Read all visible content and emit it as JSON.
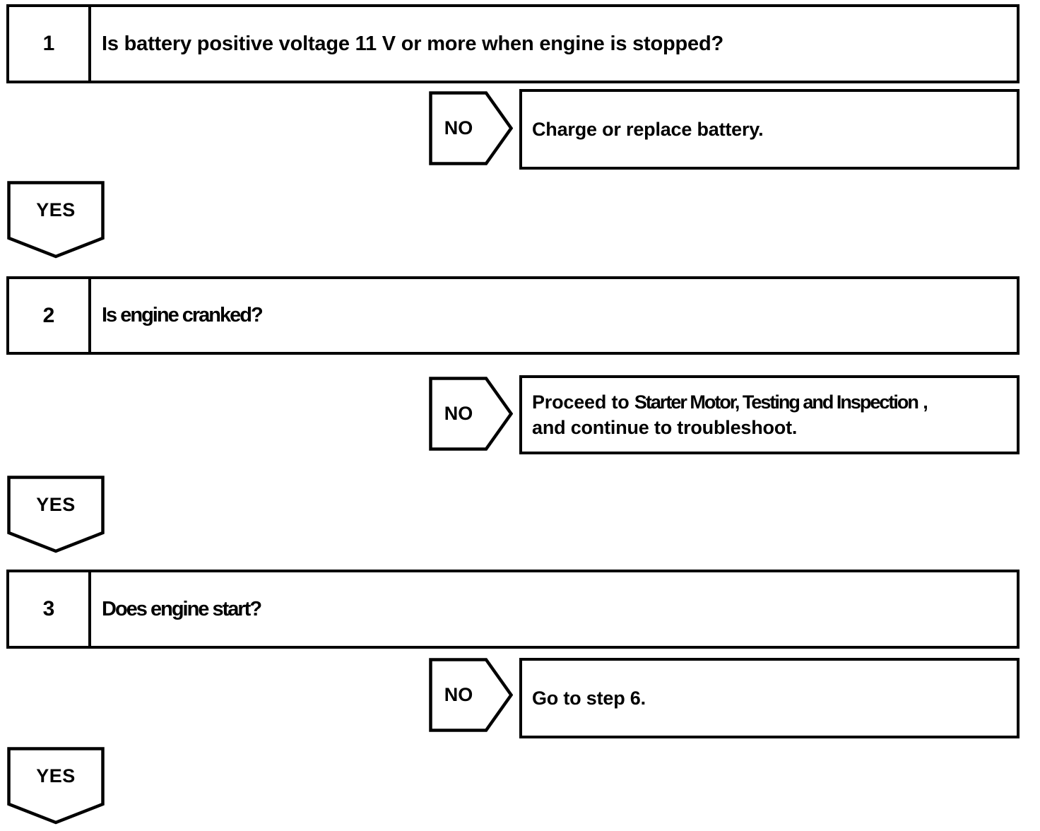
{
  "diagram": {
    "kind": "engine-troubleshooting-flowchart",
    "colors": {
      "line": "#000000",
      "background": "#ffffff",
      "text": "#000000"
    },
    "steps": [
      {
        "number": "1",
        "question": "Is battery positive voltage 11 V or more when engine is stopped?",
        "no": {
          "label": "NO",
          "result_parts": [
            {
              "text": "Charge or replace battery.",
              "condensed": false
            }
          ]
        },
        "yes": {
          "label": "YES"
        }
      },
      {
        "number": "2",
        "question": "Is engine cranked?",
        "no": {
          "label": "NO",
          "result_parts": [
            {
              "text": "Proceed to ",
              "condensed": false
            },
            {
              "text": "Starter Motor, Testing and Inspection",
              "condensed": true
            },
            {
              "text": " ,",
              "condensed": false
            },
            {
              "break": true
            },
            {
              "text": "and continue to troubleshoot.",
              "condensed": false
            }
          ]
        },
        "yes": {
          "label": "YES"
        }
      },
      {
        "number": "3",
        "question": "Does engine start?",
        "no": {
          "label": "NO",
          "result_parts": [
            {
              "text": "Go to step 6.",
              "condensed": false
            }
          ]
        },
        "yes": {
          "label": "YES"
        }
      }
    ]
  }
}
